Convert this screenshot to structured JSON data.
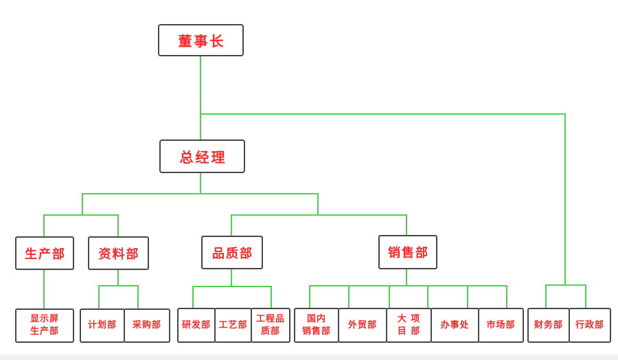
{
  "diagram": {
    "type": "org-chart",
    "language": "zh-CN"
  },
  "colors": {
    "line": "#4dd24d",
    "box_border": "#474747",
    "label_text": "#f92a2a",
    "box_bg": "#ffffff",
    "page_bg": "#ffffff",
    "bottom_edge": "#f2f2f2"
  },
  "nodes": {
    "chairman": {
      "label": "董事长"
    },
    "general_manager": {
      "label": "总经理"
    },
    "production": {
      "label": "生产部"
    },
    "data_dept": {
      "label": "资料部"
    },
    "quality": {
      "label": "品质部"
    },
    "sales": {
      "label": "销售部"
    },
    "display_production": {
      "label": "显示屏\n生产部"
    },
    "planning": {
      "label": "计划部"
    },
    "purchasing": {
      "label": "采购部"
    },
    "rnd": {
      "label": "研发部"
    },
    "process": {
      "label": "工艺部"
    },
    "eng_quality": {
      "label": "工程品\n质部"
    },
    "domestic_sales": {
      "label": "国内\n销售部"
    },
    "foreign_trade": {
      "label": "外贸部"
    },
    "major_projects": {
      "label": "大 项\n目 部"
    },
    "branch_office": {
      "label": "办事处"
    },
    "marketing": {
      "label": "市场部"
    },
    "finance": {
      "label": "财务部"
    },
    "admin": {
      "label": "行政部"
    }
  },
  "hierarchy": [
    {
      "parent": "chairman",
      "children": [
        "general_manager",
        "finance",
        "admin"
      ]
    },
    {
      "parent": "general_manager",
      "children": [
        "production",
        "data_dept",
        "quality",
        "sales"
      ]
    },
    {
      "parent": "production",
      "children": [
        "display_production"
      ]
    },
    {
      "parent": "data_dept",
      "children": [
        "planning",
        "purchasing"
      ]
    },
    {
      "parent": "quality",
      "children": [
        "rnd",
        "process",
        "eng_quality"
      ]
    },
    {
      "parent": "sales",
      "children": [
        "domestic_sales",
        "foreign_trade",
        "major_projects",
        "branch_office",
        "marketing"
      ]
    }
  ]
}
